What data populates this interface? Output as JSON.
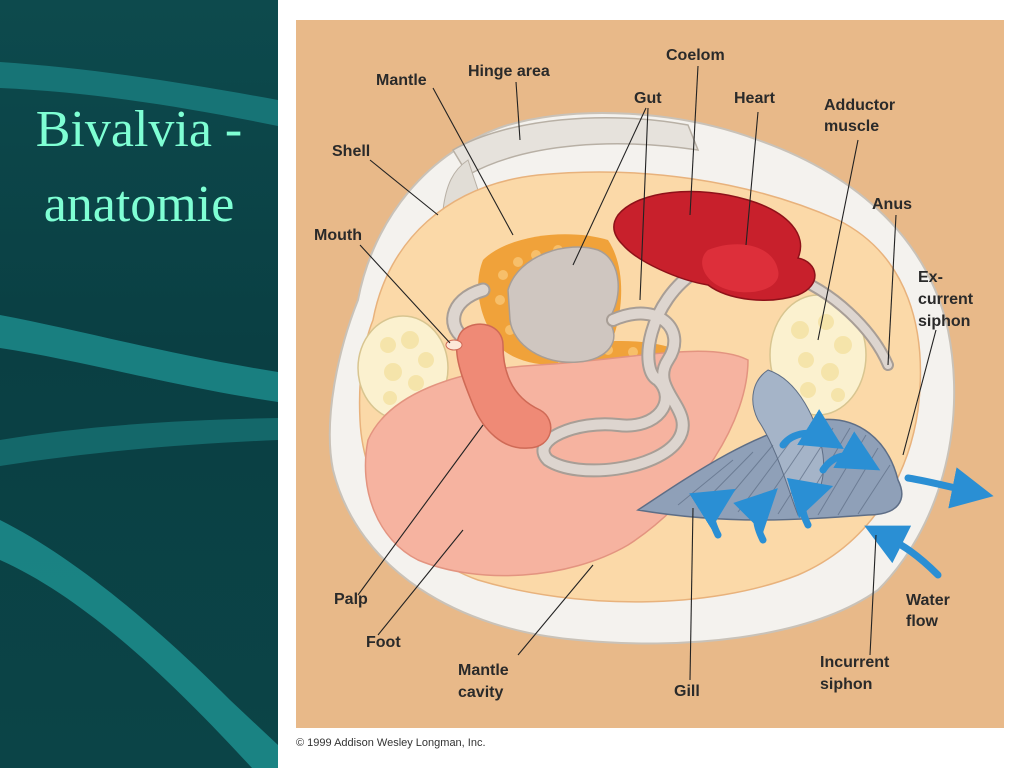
{
  "slide": {
    "title_line1": "Bivalvia -",
    "title_line2": "anatomie"
  },
  "figure": {
    "labels": {
      "mantle": "Mantle",
      "hinge_area": "Hinge area",
      "coelom": "Coelom",
      "gut": "Gut",
      "heart": "Heart",
      "adductor_line1": "Adductor",
      "adductor_line2": "muscle",
      "shell": "Shell",
      "anus": "Anus",
      "mouth": "Mouth",
      "ex_line1": "Ex-",
      "ex_line2": "current",
      "ex_line3": "siphon",
      "palp": "Palp",
      "foot": "Foot",
      "mantle_cavity_line1": "Mantle",
      "mantle_cavity_line2": "cavity",
      "gill": "Gill",
      "water_line1": "Water",
      "water_line2": "flow",
      "incurrent_line1": "Incurrent",
      "incurrent_line2": "siphon"
    },
    "copyright": "© 1999 Addison Wesley Longman, Inc.",
    "colors": {
      "background": "#e8b989",
      "shell": "#f4f2ee",
      "mantle": "#fbd9a8",
      "heart": "#c8202c",
      "gut": "#cfc6c0",
      "gonad": "#f0a23a",
      "foot": "#f6b3a0",
      "palp": "#ef8a76",
      "gill": "#8fa0b8",
      "water_arrow": "#2a8fd4"
    }
  }
}
